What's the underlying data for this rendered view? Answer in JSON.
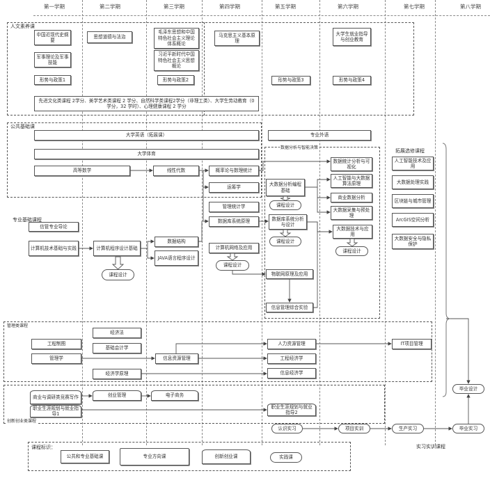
{
  "semesters": [
    "第一学期",
    "第二学期",
    "第三学期",
    "第四学期",
    "第五学期",
    "第六学期",
    "第七学期",
    "第八学期"
  ],
  "groups": {
    "humanities": "人文素养课",
    "public_basic": "公共基础课",
    "professional_basic": "专业基础课程",
    "data_intel": "数据分析与智能决策",
    "extension_electives": "拓展选修课程",
    "management": "管理类课程",
    "innovation": "创新创业类课程",
    "practice": "实习实训课程",
    "legend_title": "课程标识："
  },
  "humanities": {
    "modern_history": "中国近现代史纲要",
    "military": "军事理论及军事技能",
    "policy1": "形势与政策1",
    "ethics_law": "思想道德与法治",
    "mao_theory": "毛泽东思想和中国特色社会主义理论体系概论",
    "xi_thought": "习近平新时代中国特色社会主义思想概论",
    "policy2": "形势与政策2",
    "marxism": "马克思主义基本原理",
    "career_edu": "大学生就业指导与创业教育",
    "policy3": "形势与政策3",
    "policy4": "形势与政策4",
    "electives_note": "先进文化类课程 2学分、美学艺术类课程 2 学分、自然科学类课程2学分（非理工类）、大学生劳动教育（0 学分，32 学时）、心理健康课程 2 学分"
  },
  "public_basic": {
    "english": "大学英语（拓展课）",
    "pe": "大学体育",
    "adv_math": "高等数学",
    "linear_algebra": "线性代数",
    "prob_stats": "概率论与数理统计",
    "operations": "运筹学",
    "pro_english": "专业外语"
  },
  "professional": {
    "intro": "信管专业导论",
    "comp_basics": "计算机技术基础与实践",
    "programming": "计算机程序设计基础",
    "course_design": "课程设计",
    "data_structure": "数据结构",
    "java": "JAVA语言程序设计",
    "mgmt_stats": "管理统计学",
    "db_principles": "数据库系统原理",
    "networks": "计算机网络及应用",
    "bigdata_prog": "大数据分析编程基础",
    "db_analysis": "数据库系统分析与设计",
    "iot": "物联网原理及应用",
    "info_lab": "信息管理综合实验",
    "stat_vis": "数据统计分析与可视化",
    "ai_algo": "人工智能与大数据算法原理",
    "biz_analysis": "商业数据分析",
    "collect": "大数据采集与预处理",
    "bigdata_tech": "大数据技术与应用"
  },
  "extension": {
    "items": [
      "人工智能技术及应用",
      "大数据处理实践",
      "区块链与城市管理",
      "ArcGIS空间分析",
      "大数据安全与隐私保护"
    ]
  },
  "management": {
    "drawing": "工程制图",
    "management": "管理学",
    "econ_law": "经济法",
    "accounting": "基础会计学",
    "economics": "经济学原理",
    "info_resource": "信息资源管理",
    "hr": "人力资源管理",
    "eng_econ": "工程经济学",
    "info_econ": "信息经济学",
    "it_project": "IT项目管理"
  },
  "innovation": {
    "biz_writing": "商业与调研类竞赛写作",
    "career1": "职业生涯规划与就业指导1",
    "entrepreneurship": "创业管理",
    "ecommerce": "电子商务",
    "career2": "职业生涯规划与就业指导2"
  },
  "practice": {
    "cognition": "认识实习",
    "project": "项目实训",
    "production": "生产实习",
    "graduation_intern": "毕业实习",
    "thesis": "毕业设计"
  },
  "legend": {
    "items": [
      "公共和专业基础课",
      "专业方向课",
      "创新创业课",
      "实践课"
    ]
  }
}
